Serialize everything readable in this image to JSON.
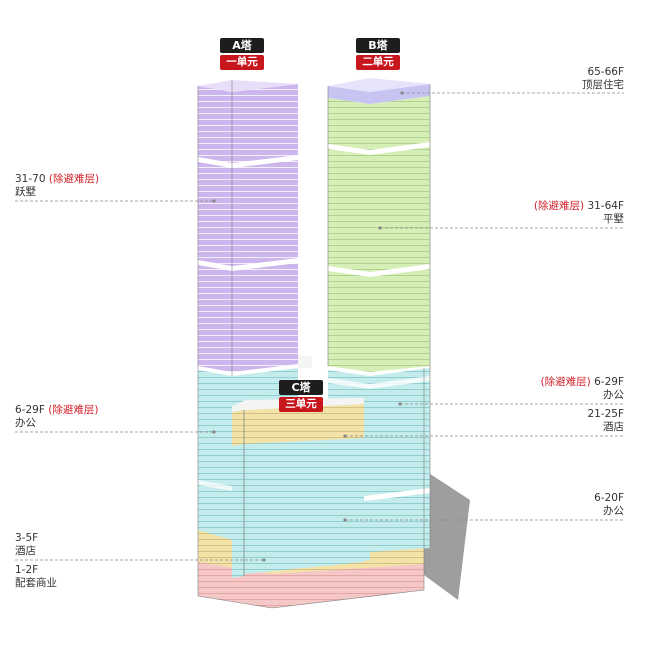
{
  "tower_labels": {
    "a": {
      "name": "A塔",
      "unit": "一单元"
    },
    "b": {
      "name": "B塔",
      "unit": "二单元"
    },
    "c": {
      "name": "C塔",
      "unit": "三单元"
    }
  },
  "annotations": {
    "a_top": {
      "floors": "31-70",
      "note": "(除避难层)",
      "use": "跃墅"
    },
    "a_office": {
      "floors": "6-29F",
      "note": "(除避难层)",
      "use": "办公"
    },
    "podium_hotel": {
      "floors": "3-5F",
      "use": "酒店"
    },
    "podium_retail": {
      "floors": "1-2F",
      "use": "配套商业"
    },
    "b_top": {
      "floors": "65-66F",
      "use": "顶层住宅"
    },
    "b_flat": {
      "floors": "31-64F",
      "note": "(除避难层)",
      "use": "平墅"
    },
    "b_office": {
      "floors": "6-29F",
      "note": "(除避难层)",
      "use": "办公"
    },
    "c_hotel": {
      "floors": "21-25F",
      "use": "酒店"
    },
    "c_office": {
      "floors": "6-20F",
      "use": "办公"
    }
  },
  "colors": {
    "purple": "#cdb5ee",
    "purple_dark": "#b99be3",
    "green": "#d6efb6",
    "green_dark": "#c3e39b",
    "cyan": "#c4ecec",
    "cyan_dark": "#a9dede",
    "yellow": "#f3e3a8",
    "yellow_dark": "#e7d08a",
    "pink": "#f5c7c7",
    "blue_top": "#c7c4f2",
    "tag_black": "#1d1d1d",
    "tag_red": "#c8161d",
    "note_red": "#d0202a"
  }
}
